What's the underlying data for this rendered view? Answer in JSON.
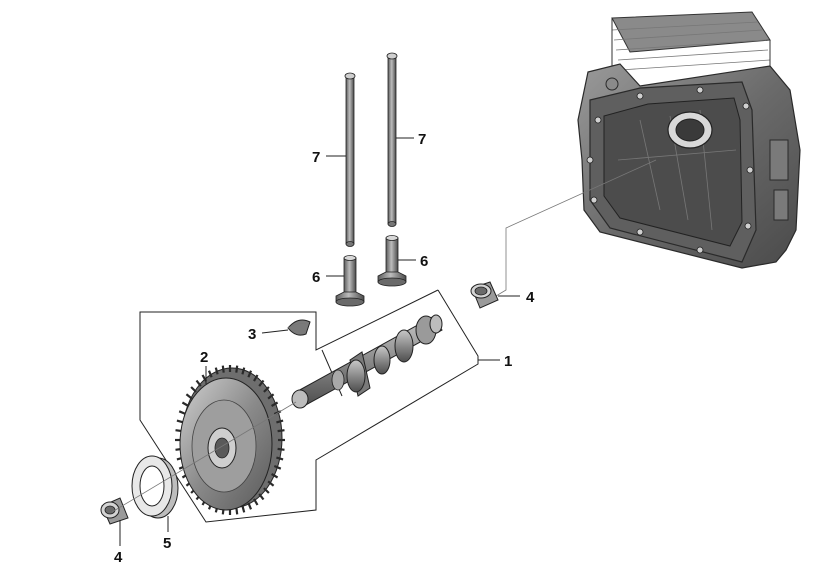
{
  "callouts": {
    "c1": "1",
    "c2": "2",
    "c3": "3",
    "c4a": "4",
    "c4b": "4",
    "c5": "5",
    "c6a": "6",
    "c6b": "6",
    "c7a": "7",
    "c7b": "7"
  },
  "colors": {
    "line": "#222222",
    "metal_dark": "#5a5a5a",
    "metal_mid": "#8c8c8c",
    "metal_light": "#c4c4c4",
    "casting": "#6e6e6e"
  }
}
